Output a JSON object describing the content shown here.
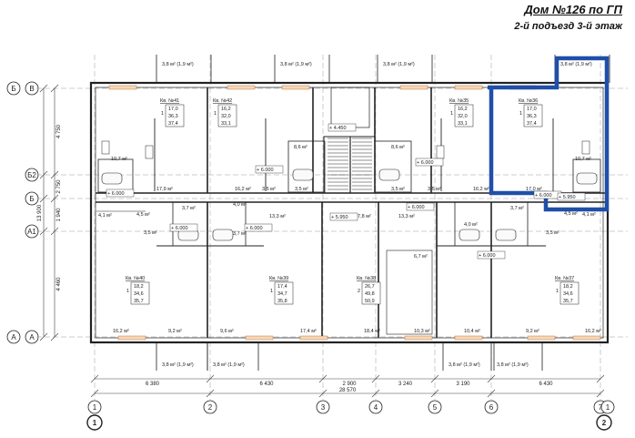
{
  "header": {
    "title": "Дом №126 по ГП",
    "subtitle": "2-й подъезд 3-й этаж"
  },
  "axes": {
    "rows_left": [
      "В",
      "Б2",
      "Б",
      "А1",
      "А"
    ],
    "rows_left2": [
      "Б",
      "",
      "",
      "",
      ""
    ],
    "rows_left3": [
      "",
      "",
      "",
      "",
      "А"
    ],
    "cols": [
      "1",
      "2",
      "3",
      "4",
      "5",
      "6",
      "7"
    ],
    "col_extra": "1",
    "col_circles": [
      "1",
      "2"
    ]
  },
  "dims": {
    "left": [
      "4 750",
      "2 750",
      "1 940",
      "4 460"
    ],
    "total_left": "13 900",
    "bottom": [
      "6 380",
      "6 430",
      "2 900",
      "3 240",
      "3 190",
      "6 430"
    ],
    "total_bottom": "28 570"
  },
  "apartments": [
    {
      "no": "Кв. №41",
      "rooms": "1",
      "a": "17,0",
      "b": "36,3",
      "c": "37,4"
    },
    {
      "no": "Кв. №42",
      "rooms": "1",
      "a": "16,2",
      "b": "32,0",
      "c": "33,1"
    },
    {
      "no": "Кв. №35",
      "rooms": "1",
      "a": "16,2",
      "b": "32,0",
      "c": "33,1"
    },
    {
      "no": "Кв. №36",
      "rooms": "1",
      "a": "17,0",
      "b": "36,3",
      "c": "37,4"
    },
    {
      "no": "Кв. №40",
      "rooms": "1",
      "a": "18,2",
      "b": "34,6",
      "c": "35,7"
    },
    {
      "no": "Кв. №39",
      "rooms": "1",
      "a": "17,4",
      "b": "34,7",
      "c": "35,8"
    },
    {
      "no": "Кв. №38",
      "rooms": "2",
      "a": "26,7",
      "b": "49,8",
      "c": "50,9"
    },
    {
      "no": "Кв. №37",
      "rooms": "1",
      "a": "18,2",
      "b": "34,6",
      "c": "35,7"
    }
  ],
  "balconies": {
    "top": [
      "3,8 м² (1,9 м²)",
      "3,8 м² (1,9 м²)",
      "3,8 м² (1,9 м²)",
      "3,8 м² (1,9 м²)"
    ],
    "bottom": [
      "3,8 м² (1,9 м²)",
      "3,8 м² (1,9 м²)",
      "3,8 м² (1,9 м²)",
      "3,8 м² (1,9 м²)"
    ]
  },
  "areas": [
    "10,7 м²",
    "17,9 м²",
    "16,2 м²",
    "3,5 м²",
    "8,6 м²",
    "3,5 м²",
    "8,6 м²",
    "3,5 м²",
    "3,5 м²",
    "16,2 м²",
    "17,0 м²",
    "10,7 м²",
    "4,1 м²",
    "4,5 м²",
    "13,3 м²",
    "17,8 м²",
    "13,3 м²",
    "4,5 м²",
    "4,1 м²",
    "3,5 м²",
    "3,7 м²",
    "4,0 м²",
    "3,7 м²",
    "6,7 м²",
    "4,0 м²",
    "3,7 м²",
    "3,5 м²",
    "16,2 м²",
    "9,2 м²",
    "9,6 м²",
    "17,4 м²",
    "18,4 м²",
    "10,3 м²",
    "10,4 м²",
    "9,2 м²",
    "16,2 м²"
  ],
  "levels": [
    "+ 6.000",
    "+ 6.000",
    "+ 4.450",
    "+ 6.000",
    "+ 5.950",
    "+ 6.000",
    "+ 6.000",
    "+ 6.000",
    "+ 6.000",
    "+ 6.000",
    "+ 5.950"
  ],
  "colors": {
    "line": "#222222",
    "accent": "#1f4fa8",
    "dim": "#444444"
  }
}
